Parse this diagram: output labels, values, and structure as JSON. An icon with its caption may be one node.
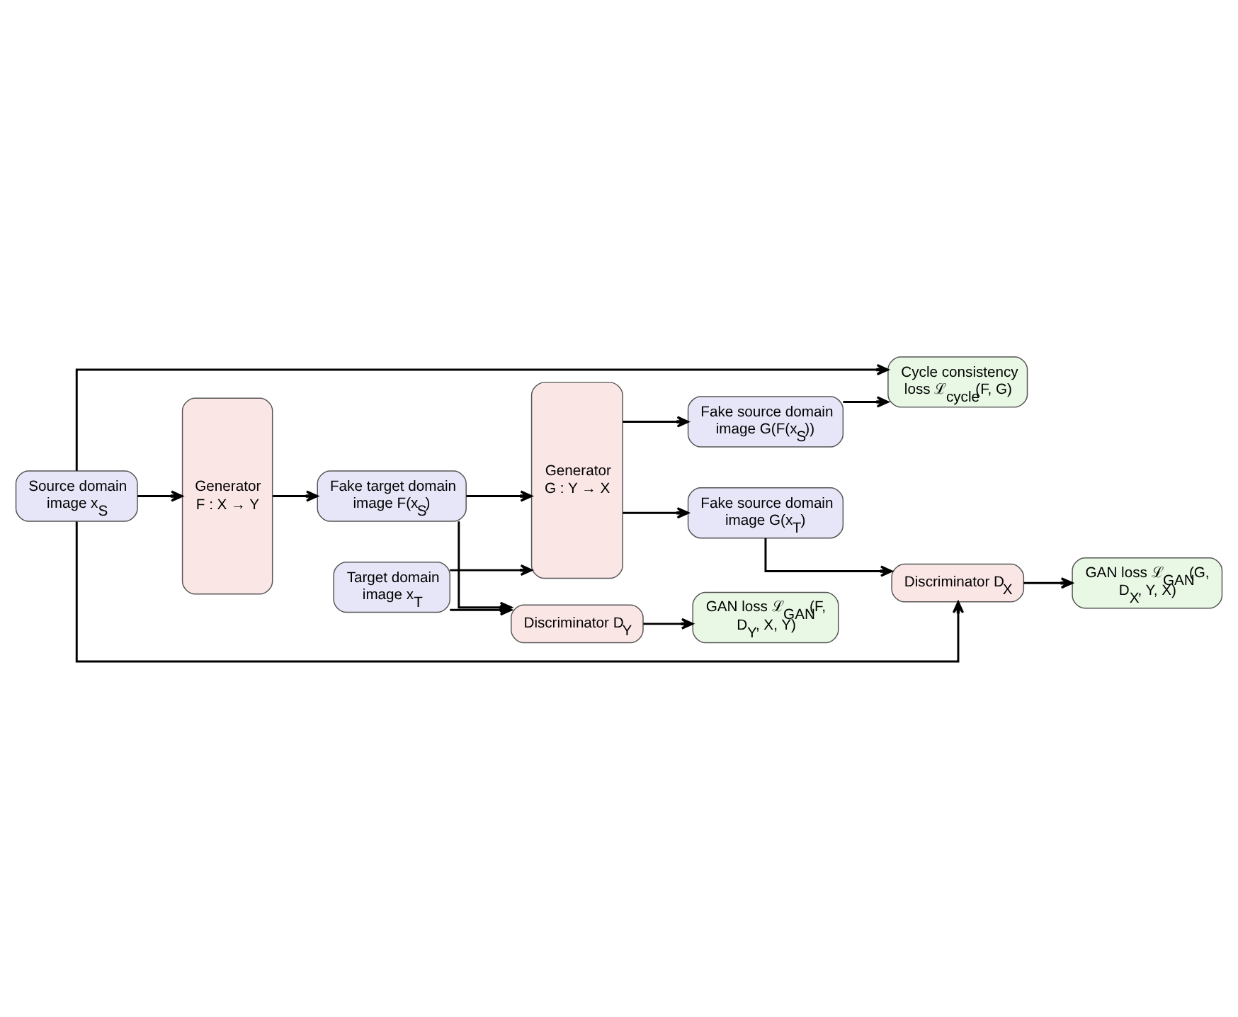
{
  "diagram": {
    "nodes": [
      {
        "text": [
          "Cycle consistency loss ℒ$_{cycle}$(F, G)"
        ]
      },
      {
        "text": [
          "Source domain image x$_{S}$"
        ]
      },
      {
        "text": [
          "Generator F : X → Y"
        ]
      },
      {
        "text": [
          "Fake target domain image F(x$_{S}$)"
        ]
      },
      {
        "text": [
          "Generator G : Y → X"
        ]
      },
      {
        "text": [
          "Fake source domain image G(F(x$_{S}$))"
        ]
      },
      {
        "text": [
          "Target domain image x$_{T}$"
        ]
      },
      {
        "text": [
          "Fake source domain image G(x$_{T}$)"
        ]
      },
      {
        "text": [
          "Discriminator D$_{Y}$"
        ]
      },
      {
        "text": [
          "Discriminator D$_{X}$"
        ]
      },
      {
        "text": [
          "GAN loss ℒ$_{GAN}$(G, D$_{X}$, Y, X)"
        ]
      },
      {
        "text": [
          "GAN loss ℒ$_{GAN}$(F, D$_{Y}$, X, Y)"
        ]
      }
    ],
    "edges": [
      {
        "from": 1,
        "to": 0,
        "arrow": "to"
      },
      {
        "from": 5,
        "to": 0,
        "arrow": "to"
      },
      {
        "from": 1,
        "to": 2,
        "arrow": "to"
      },
      {
        "from": 2,
        "to": 3,
        "arrow": "to"
      },
      {
        "from": 3,
        "to": 4,
        "arrow": "to"
      },
      {
        "from": 4,
        "to": 5,
        "arrow": "to"
      },
      {
        "from": 6,
        "to": 4,
        "arrow": "to"
      },
      {
        "from": 4,
        "to": 7,
        "arrow": "to"
      },
      {
        "from": 3,
        "to": 8,
        "arrow": "to"
      },
      {
        "from": 6,
        "to": 8,
        "arrow": "to"
      },
      {
        "from": 1,
        "to": 9,
        "arrow": "to"
      },
      {
        "from": 7,
        "to": 9,
        "arrow": "to"
      },
      {
        "from": 9,
        "to": 10,
        "arrow": "to"
      },
      {
        "from": 8,
        "to": 11,
        "arrow": "to"
      }
    ]
  }
}
